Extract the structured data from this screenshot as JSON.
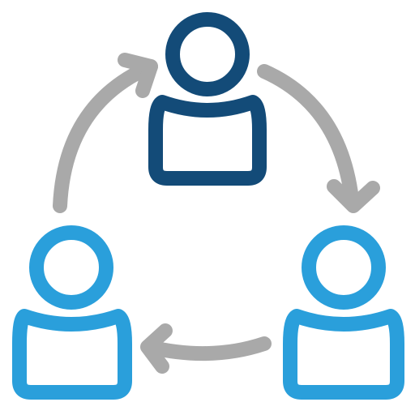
{
  "icon": {
    "subject": "user-rotation-cycle-icon",
    "people": [
      {
        "role": "top-person",
        "color": "#134b78"
      },
      {
        "role": "bottom-left-person",
        "color": "#2a9fdb"
      },
      {
        "role": "bottom-right-person",
        "color": "#2a9fdb"
      }
    ],
    "arrows": [
      {
        "role": "arrow-top-right",
        "direction": "clockwise",
        "color": "#a9a9a9"
      },
      {
        "role": "arrow-bottom",
        "direction": "clockwise",
        "color": "#a9a9a9"
      },
      {
        "role": "arrow-left",
        "direction": "clockwise",
        "color": "#a9a9a9"
      }
    ],
    "background": "#ffffff"
  }
}
